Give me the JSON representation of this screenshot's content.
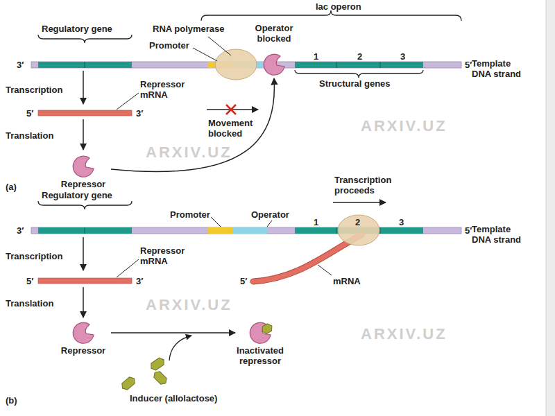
{
  "diagram": {
    "nodes": [
      {
        "text": [
          "Repressor"
        ]
      },
      {
        "text": [
          "Operator blocked"
        ]
      },
      {
        "text": [
          "Repressor"
        ]
      },
      {
        "text": [
          "Inactivated repressor"
        ]
      },
      {
        "text": [
          "Inducer (allolactose)"
        ]
      }
    ],
    "edges": [
      {
        "from": 0,
        "to": 1,
        "arrow": "to"
      },
      {
        "from": 2,
        "to": 3,
        "arrow": "to"
      }
    ],
    "labels": [
      "lac operon",
      "Regulatory gene",
      "RNA polymerase",
      "Promoter",
      "1",
      "2",
      "3",
      "3′",
      "5′",
      "Template DNA strand",
      "Structural genes",
      "Transcription",
      "Repressor mRNA",
      "5′",
      "3′",
      "Movement blocked",
      "Translation",
      "(a)",
      "Transcription proceeds",
      "Regulatory gene",
      "Promoter",
      "Operator",
      "1",
      "2",
      "3",
      "3′",
      "5′",
      "Template DNA strand",
      "Transcription",
      "Repressor mRNA",
      "5′",
      "3′",
      "5′",
      "mRNA",
      "Translation",
      "(b)",
      "ARXIV.UZ",
      "ARXIV.UZ",
      "ARXIV.UZ",
      "ARXIV.UZ"
    ]
  }
}
